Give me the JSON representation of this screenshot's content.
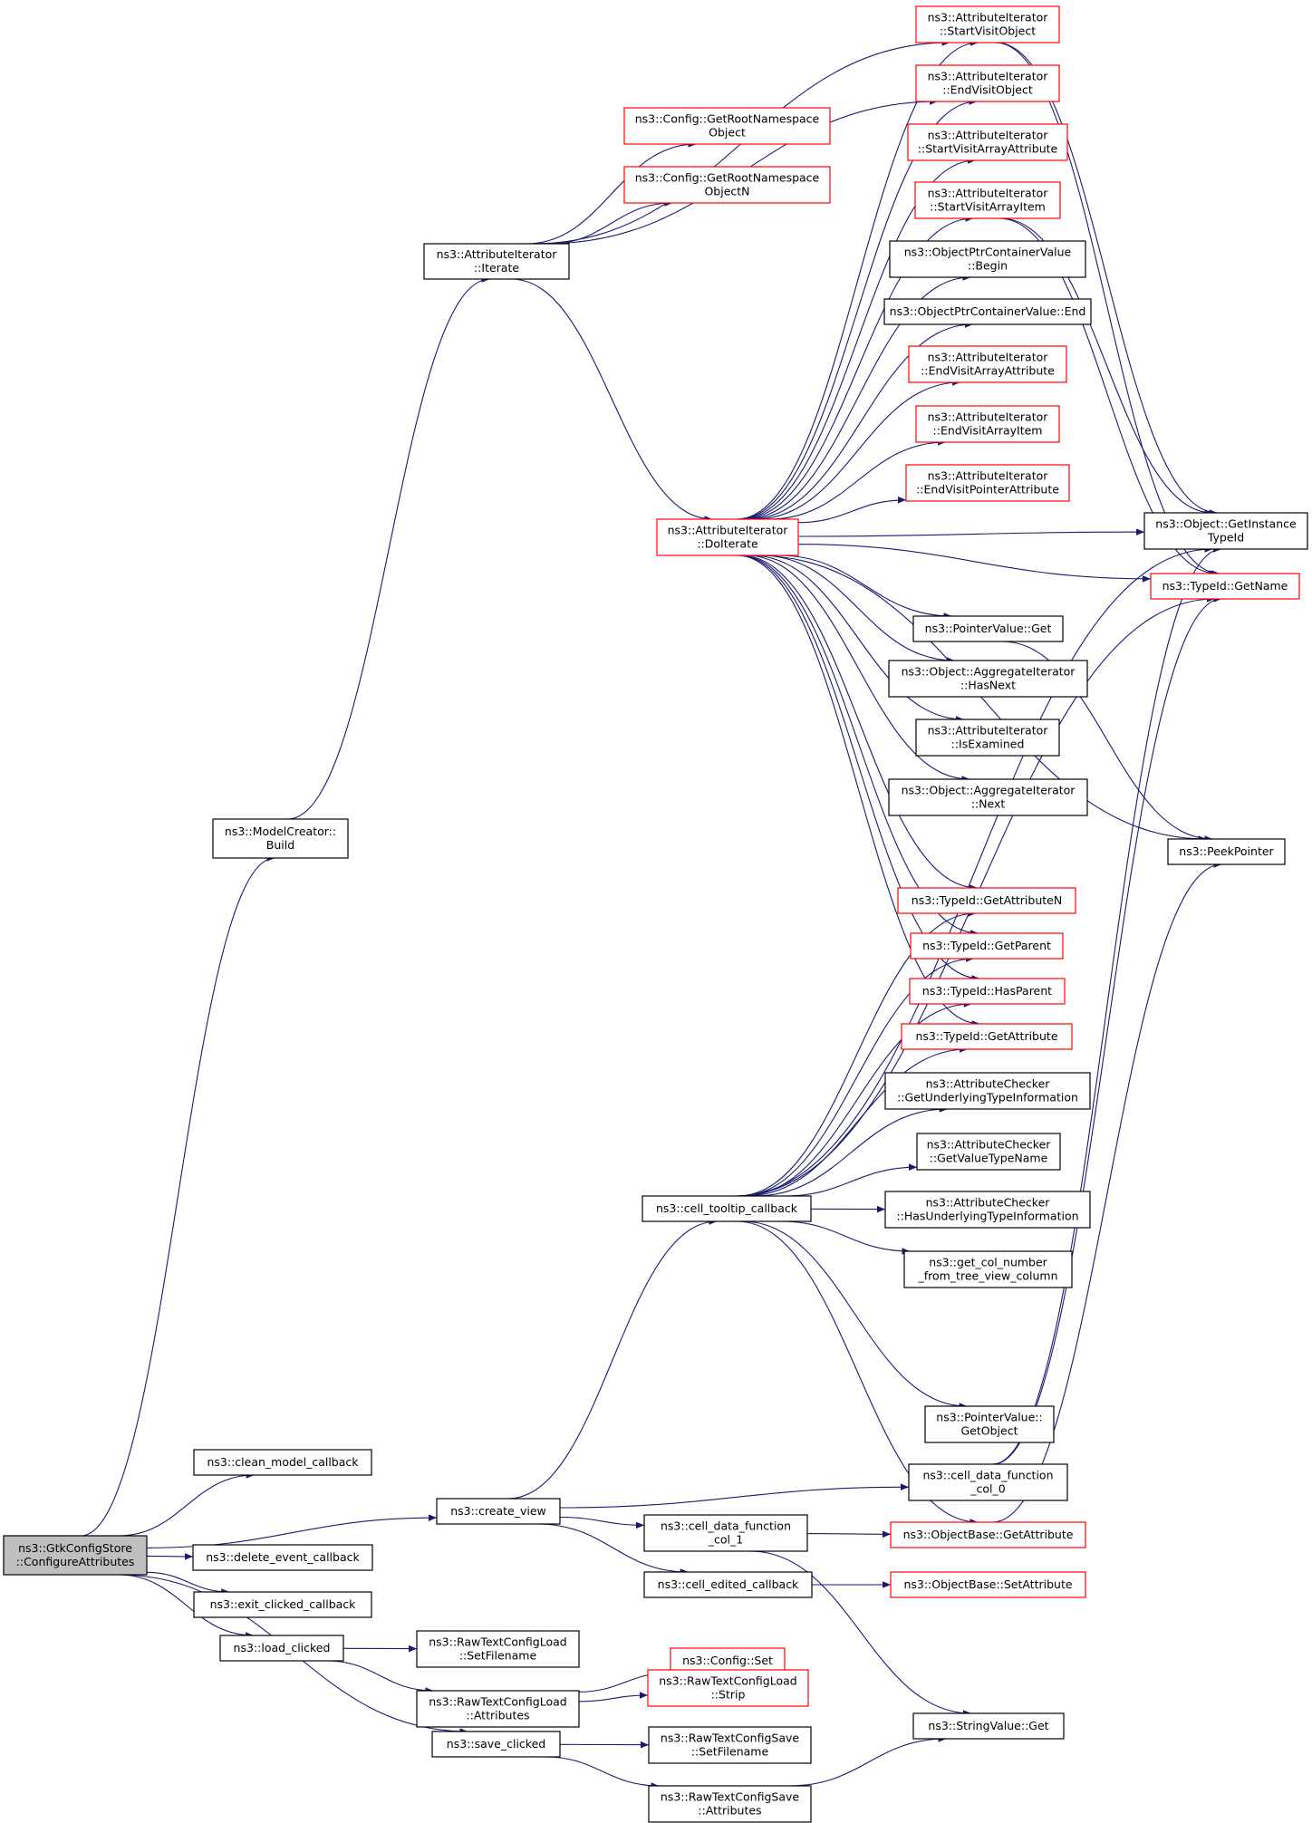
{
  "colors": {
    "edge": "#191970",
    "normal_border": "#000000",
    "linked_border": "#ff0000",
    "root_fill": "#bfbfbf",
    "fill": "#ffffff",
    "text": "#000000"
  },
  "nodes": [
    {
      "id": "root",
      "lines": [
        "ns3::GtkConfigStore",
        "::ConfigureAttributes"
      ],
      "style": "root"
    },
    {
      "id": "model_build",
      "lines": [
        "ns3::ModelCreator::",
        "Build"
      ],
      "style": "normal"
    },
    {
      "id": "ai_iterate",
      "lines": [
        "ns3::AttributeIterator",
        "::Iterate"
      ],
      "style": "normal"
    },
    {
      "id": "root_ns_obj",
      "lines": [
        "ns3::Config::GetRootNamespace",
        "Object"
      ],
      "style": "red"
    },
    {
      "id": "root_ns_objn",
      "lines": [
        "ns3::Config::GetRootNamespace",
        "ObjectN"
      ],
      "style": "red"
    },
    {
      "id": "ai_doiterate",
      "lines": [
        "ns3::AttributeIterator",
        "::DoIterate"
      ],
      "style": "red"
    },
    {
      "id": "start_visit_obj",
      "lines": [
        "ns3::AttributeIterator",
        "::StartVisitObject"
      ],
      "style": "red"
    },
    {
      "id": "end_visit_obj",
      "lines": [
        "ns3::AttributeIterator",
        "::EndVisitObject"
      ],
      "style": "red"
    },
    {
      "id": "start_arr_attr",
      "lines": [
        "ns3::AttributeIterator",
        "::StartVisitArrayAttribute"
      ],
      "style": "red"
    },
    {
      "id": "start_arr_item",
      "lines": [
        "ns3::AttributeIterator",
        "::StartVisitArrayItem"
      ],
      "style": "red"
    },
    {
      "id": "opcv_begin",
      "lines": [
        "ns3::ObjectPtrContainerValue",
        "::Begin"
      ],
      "style": "normal"
    },
    {
      "id": "opcv_end",
      "lines": [
        "ns3::ObjectPtrContainerValue::End"
      ],
      "style": "normal"
    },
    {
      "id": "end_arr_attr",
      "lines": [
        "ns3::AttributeIterator",
        "::EndVisitArrayAttribute"
      ],
      "style": "red"
    },
    {
      "id": "end_arr_item",
      "lines": [
        "ns3::AttributeIterator",
        "::EndVisitArrayItem"
      ],
      "style": "red"
    },
    {
      "id": "end_ptr_attr",
      "lines": [
        "ns3::AttributeIterator",
        "::EndVisitPointerAttribute"
      ],
      "style": "red"
    },
    {
      "id": "get_inst_typeid",
      "lines": [
        "ns3::Object::GetInstance",
        "TypeId"
      ],
      "style": "normal"
    },
    {
      "id": "typeid_getname",
      "lines": [
        "ns3::TypeId::GetName"
      ],
      "style": "red"
    },
    {
      "id": "pointer_get",
      "lines": [
        "ns3::PointerValue::Get"
      ],
      "style": "normal"
    },
    {
      "id": "agg_hasnext",
      "lines": [
        "ns3::Object::AggregateIterator",
        "::HasNext"
      ],
      "style": "normal"
    },
    {
      "id": "ai_isexamined",
      "lines": [
        "ns3::AttributeIterator",
        "::IsExamined"
      ],
      "style": "normal"
    },
    {
      "id": "agg_next",
      "lines": [
        "ns3::Object::AggregateIterator",
        "::Next"
      ],
      "style": "normal"
    },
    {
      "id": "peek_pointer",
      "lines": [
        "ns3::PeekPointer"
      ],
      "style": "normal"
    },
    {
      "id": "tid_get_attr_n",
      "lines": [
        "ns3::TypeId::GetAttributeN"
      ],
      "style": "red"
    },
    {
      "id": "tid_get_parent",
      "lines": [
        "ns3::TypeId::GetParent"
      ],
      "style": "red"
    },
    {
      "id": "tid_has_parent",
      "lines": [
        "ns3::TypeId::HasParent"
      ],
      "style": "red"
    },
    {
      "id": "tid_get_attr",
      "lines": [
        "ns3::TypeId::GetAttribute"
      ],
      "style": "red"
    },
    {
      "id": "ac_get_underlying",
      "lines": [
        "ns3::AttributeChecker",
        "::GetUnderlyingTypeInformation"
      ],
      "style": "normal"
    },
    {
      "id": "ac_get_valuetype",
      "lines": [
        "ns3::AttributeChecker",
        "::GetValueTypeName"
      ],
      "style": "normal"
    },
    {
      "id": "ac_has_underlying",
      "lines": [
        "ns3::AttributeChecker",
        "::HasUnderlyingTypeInformation"
      ],
      "style": "normal"
    },
    {
      "id": "cell_tooltip",
      "lines": [
        "ns3::cell_tooltip_callback"
      ],
      "style": "normal"
    },
    {
      "id": "get_col_number",
      "lines": [
        "ns3::get_col_number",
        "_from_tree_view_column"
      ],
      "style": "normal"
    },
    {
      "id": "pointer_getobject",
      "lines": [
        "ns3::PointerValue::",
        "GetObject"
      ],
      "style": "normal"
    },
    {
      "id": "clean_model",
      "lines": [
        "ns3::clean_model_callback"
      ],
      "style": "normal"
    },
    {
      "id": "create_view",
      "lines": [
        "ns3::create_view"
      ],
      "style": "normal"
    },
    {
      "id": "cell_data_col0",
      "lines": [
        "ns3::cell_data_function",
        "_col_0"
      ],
      "style": "normal"
    },
    {
      "id": "cell_data_col1",
      "lines": [
        "ns3::cell_data_function",
        "_col_1"
      ],
      "style": "normal"
    },
    {
      "id": "ob_get_attr",
      "lines": [
        "ns3::ObjectBase::GetAttribute"
      ],
      "style": "red"
    },
    {
      "id": "delete_event",
      "lines": [
        "ns3::delete_event_callback"
      ],
      "style": "normal"
    },
    {
      "id": "cell_edited",
      "lines": [
        "ns3::cell_edited_callback"
      ],
      "style": "normal"
    },
    {
      "id": "ob_set_attr",
      "lines": [
        "ns3::ObjectBase::SetAttribute"
      ],
      "style": "red"
    },
    {
      "id": "exit_clicked",
      "lines": [
        "ns3::exit_clicked_callback"
      ],
      "style": "normal"
    },
    {
      "id": "rtcl_setfilename",
      "lines": [
        "ns3::RawTextConfigLoad",
        "::SetFilename"
      ],
      "style": "normal"
    },
    {
      "id": "load_clicked",
      "lines": [
        "ns3::load_clicked"
      ],
      "style": "normal"
    },
    {
      "id": "config_set",
      "lines": [
        "ns3::Config::Set"
      ],
      "style": "red"
    },
    {
      "id": "rtcl_attributes",
      "lines": [
        "ns3::RawTextConfigLoad",
        "::Attributes"
      ],
      "style": "normal"
    },
    {
      "id": "rtcl_strip",
      "lines": [
        "ns3::RawTextConfigLoad",
        "::Strip"
      ],
      "style": "red"
    },
    {
      "id": "string_get",
      "lines": [
        "ns3::StringValue::Get"
      ],
      "style": "normal"
    },
    {
      "id": "save_clicked",
      "lines": [
        "ns3::save_clicked"
      ],
      "style": "normal"
    },
    {
      "id": "rtcs_setfilename",
      "lines": [
        "ns3::RawTextConfigSave",
        "::SetFilename"
      ],
      "style": "normal"
    },
    {
      "id": "rtcs_attributes",
      "lines": [
        "ns3::RawTextConfigSave",
        "::Attributes"
      ],
      "style": "normal"
    }
  ],
  "edges": [
    [
      "root",
      "model_build"
    ],
    [
      "root",
      "clean_model"
    ],
    [
      "root",
      "create_view"
    ],
    [
      "root",
      "delete_event"
    ],
    [
      "root",
      "exit_clicked"
    ],
    [
      "root",
      "load_clicked"
    ],
    [
      "root",
      "save_clicked"
    ],
    [
      "model_build",
      "ai_iterate"
    ],
    [
      "ai_iterate",
      "root_ns_obj"
    ],
    [
      "ai_iterate",
      "root_ns_objn"
    ],
    [
      "ai_iterate",
      "start_visit_obj"
    ],
    [
      "ai_iterate",
      "end_visit_obj"
    ],
    [
      "ai_iterate",
      "ai_doiterate"
    ],
    [
      "ai_doiterate",
      "start_visit_obj"
    ],
    [
      "ai_doiterate",
      "end_visit_obj"
    ],
    [
      "ai_doiterate",
      "start_arr_attr"
    ],
    [
      "ai_doiterate",
      "start_arr_item"
    ],
    [
      "ai_doiterate",
      "opcv_begin"
    ],
    [
      "ai_doiterate",
      "opcv_end"
    ],
    [
      "ai_doiterate",
      "end_arr_attr"
    ],
    [
      "ai_doiterate",
      "end_arr_item"
    ],
    [
      "ai_doiterate",
      "end_ptr_attr"
    ],
    [
      "ai_doiterate",
      "get_inst_typeid"
    ],
    [
      "ai_doiterate",
      "typeid_getname"
    ],
    [
      "ai_doiterate",
      "pointer_get"
    ],
    [
      "ai_doiterate",
      "agg_hasnext"
    ],
    [
      "ai_doiterate",
      "ai_isexamined"
    ],
    [
      "ai_doiterate",
      "agg_next"
    ],
    [
      "ai_doiterate",
      "peek_pointer"
    ],
    [
      "ai_doiterate",
      "tid_get_attr_n"
    ],
    [
      "ai_doiterate",
      "tid_get_parent"
    ],
    [
      "ai_doiterate",
      "tid_has_parent"
    ],
    [
      "ai_doiterate",
      "tid_get_attr"
    ],
    [
      "start_visit_obj",
      "get_inst_typeid"
    ],
    [
      "start_visit_obj",
      "typeid_getname"
    ],
    [
      "start_arr_item",
      "get_inst_typeid"
    ],
    [
      "start_arr_item",
      "typeid_getname"
    ],
    [
      "pointer_get",
      "peek_pointer"
    ],
    [
      "cell_tooltip",
      "tid_get_attr_n"
    ],
    [
      "cell_tooltip",
      "tid_get_parent"
    ],
    [
      "cell_tooltip",
      "tid_has_parent"
    ],
    [
      "cell_tooltip",
      "tid_get_attr"
    ],
    [
      "cell_tooltip",
      "ac_get_underlying"
    ],
    [
      "cell_tooltip",
      "ac_get_valuetype"
    ],
    [
      "cell_tooltip",
      "ac_has_underlying"
    ],
    [
      "cell_tooltip",
      "get_col_number"
    ],
    [
      "cell_tooltip",
      "get_inst_typeid"
    ],
    [
      "cell_tooltip",
      "typeid_getname"
    ],
    [
      "cell_tooltip",
      "pointer_getobject"
    ],
    [
      "cell_tooltip",
      "ob_get_attr"
    ],
    [
      "create_view",
      "cell_tooltip"
    ],
    [
      "create_view",
      "cell_data_col0"
    ],
    [
      "create_view",
      "cell_data_col1"
    ],
    [
      "create_view",
      "cell_edited"
    ],
    [
      "cell_data_col0",
      "get_inst_typeid"
    ],
    [
      "cell_data_col0",
      "typeid_getname"
    ],
    [
      "cell_data_col1",
      "ob_get_attr"
    ],
    [
      "cell_data_col1",
      "string_get"
    ],
    [
      "ob_get_attr",
      "peek_pointer"
    ],
    [
      "cell_edited",
      "ob_set_attr"
    ],
    [
      "load_clicked",
      "rtcl_setfilename"
    ],
    [
      "load_clicked",
      "rtcl_attributes"
    ],
    [
      "rtcl_attributes",
      "config_set"
    ],
    [
      "rtcl_attributes",
      "rtcl_strip"
    ],
    [
      "save_clicked",
      "rtcs_setfilename"
    ],
    [
      "save_clicked",
      "rtcs_attributes"
    ],
    [
      "rtcs_attributes",
      "string_get"
    ]
  ]
}
